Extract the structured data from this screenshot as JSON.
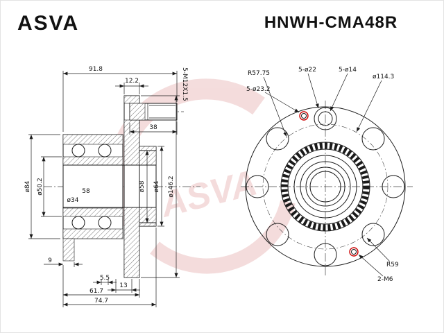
{
  "header": {
    "brand": "ASVA",
    "part_number": "HNWH-CMA48R"
  },
  "watermark": {
    "text": "ASVA",
    "color": "#dc8f8f"
  },
  "side_view": {
    "dims": {
      "overall_width": "91.8",
      "flange_thickness": "12.2",
      "stud_thread": "5-M12X1.5",
      "stud_length": "38",
      "housing_diameter": "ø84",
      "pilot_diameter": "ø50.2",
      "bore_diameter": "ø34",
      "bearing_width": "58",
      "seat_diameter": "ø58",
      "snout_diameter": "ø64",
      "flange_diameter": "ø146.2",
      "step_width": "9",
      "lip_width": "5.5",
      "snout_length": "13",
      "body_length": "61.7",
      "overall_length": "74.7"
    }
  },
  "front_view": {
    "labels": {
      "hub_radius": "R57.75",
      "holes_23_2": "5-ø23.2",
      "holes_22": "5-ø22",
      "holes_14": "5-ø14",
      "bolt_circle": "ø114.3",
      "flange_radius": "R59",
      "thread_holes": "2-M6"
    }
  },
  "colors": {
    "line": "#1a1a1a",
    "annotation": "#cc0000",
    "watermark": "#dc8f8f",
    "background": "#ffffff"
  }
}
